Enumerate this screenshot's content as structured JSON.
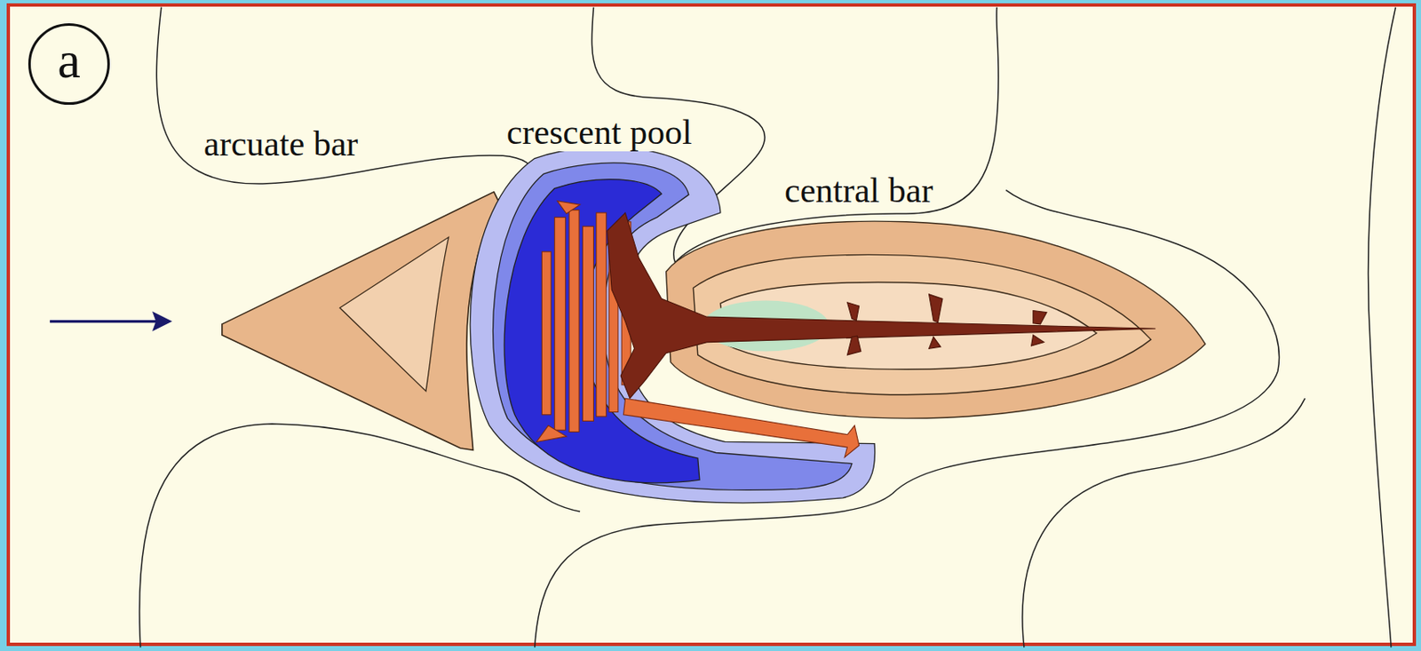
{
  "diagram": {
    "nodes": [
      {
        "text": [
          "a"
        ]
      }
    ],
    "labels": [
      "arcuate bar",
      "crescent pool",
      "central bar"
    ]
  }
}
